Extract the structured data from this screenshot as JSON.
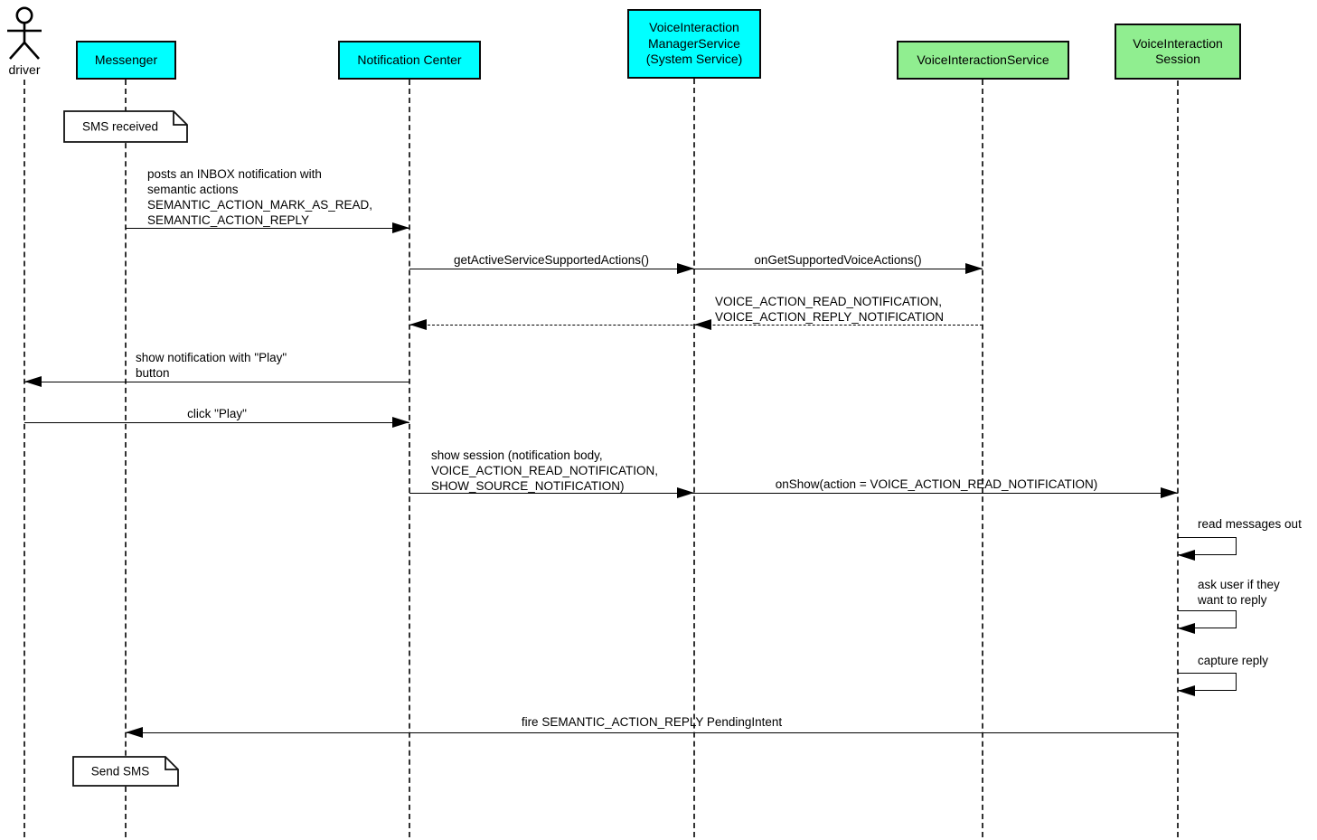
{
  "diagram": {
    "type": "uml-sequence",
    "colors": {
      "participant_cyan": "#00ffff",
      "participant_green": "#90ee90",
      "line": "#000000",
      "note_background": "#ffffff"
    },
    "participants": [
      {
        "id": "driver",
        "kind": "actor",
        "label": "driver"
      },
      {
        "id": "messenger",
        "kind": "box",
        "label": "Messenger",
        "color": "#00ffff"
      },
      {
        "id": "notification-center",
        "kind": "box",
        "label": "Notification Center",
        "color": "#00ffff"
      },
      {
        "id": "voice-interaction-manager-service",
        "kind": "box",
        "label": "VoiceInteraction\nManagerService\n(System Service)",
        "color": "#00ffff"
      },
      {
        "id": "voice-interaction-service",
        "kind": "box",
        "label": "VoiceInteractionService",
        "color": "#90ee90"
      },
      {
        "id": "voice-interaction-session",
        "kind": "box",
        "label": "VoiceInteraction\nSession",
        "color": "#90ee90"
      }
    ],
    "notes": [
      {
        "on": "Messenger",
        "text": "SMS received"
      },
      {
        "on": "Messenger",
        "text": "Send SMS"
      }
    ],
    "messages": [
      {
        "from": "Messenger",
        "to": "Notification Center",
        "style": "solid",
        "label": "posts an INBOX notification with\nsemantic actions\nSEMANTIC_ACTION_MARK_AS_READ,\nSEMANTIC_ACTION_REPLY"
      },
      {
        "from": "Notification Center",
        "to": "VoiceInteractionManagerService",
        "style": "solid",
        "label": "getActiveServiceSupportedActions()"
      },
      {
        "from": "VoiceInteractionManagerService",
        "to": "VoiceInteractionService",
        "style": "solid",
        "label": "onGetSupportedVoiceActions()"
      },
      {
        "from": "VoiceInteractionService",
        "to": "Notification Center",
        "style": "dashed-return",
        "label": "VOICE_ACTION_READ_NOTIFICATION,\nVOICE_ACTION_REPLY_NOTIFICATION"
      },
      {
        "from": "Notification Center",
        "to": "driver",
        "style": "solid",
        "label": "show notification with \"Play\"\nbutton"
      },
      {
        "from": "driver",
        "to": "Notification Center",
        "style": "solid",
        "label": "click \"Play\""
      },
      {
        "from": "Notification Center",
        "to": "VoiceInteractionManagerService",
        "style": "solid",
        "label": "show session (notification body,\nVOICE_ACTION_READ_NOTIFICATION,\nSHOW_SOURCE_NOTIFICATION)"
      },
      {
        "from": "VoiceInteractionManagerService",
        "to": "VoiceInteractionSession",
        "style": "solid",
        "label": "onShow(action = VOICE_ACTION_READ_NOTIFICATION)"
      },
      {
        "from": "VoiceInteractionSession",
        "to": "VoiceInteractionSession",
        "style": "self",
        "label": "read messages out"
      },
      {
        "from": "VoiceInteractionSession",
        "to": "VoiceInteractionSession",
        "style": "self",
        "label": "ask user if they\nwant to reply"
      },
      {
        "from": "VoiceInteractionSession",
        "to": "VoiceInteractionSession",
        "style": "self",
        "label": "capture reply"
      },
      {
        "from": "VoiceInteractionSession",
        "to": "Messenger",
        "style": "solid",
        "label": "fire SEMANTIC_ACTION_REPLY PendingIntent"
      }
    ]
  }
}
